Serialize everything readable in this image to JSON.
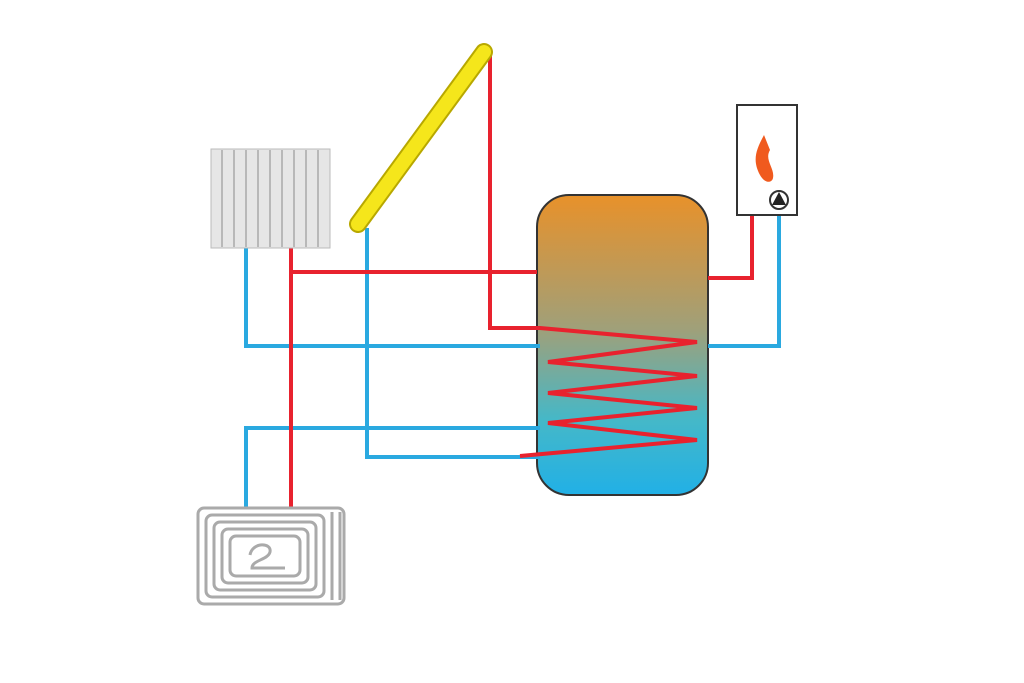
{
  "diagram": {
    "components": [
      "solar-collector",
      "radiator",
      "storage-tank",
      "heat-exchanger-coil",
      "boiler",
      "circulation-pump",
      "underfloor-heating"
    ],
    "colors": {
      "hot_pipe": "#E8222E",
      "cold_pipe": "#2AA9E0",
      "collector": "#F5E61B",
      "tank_top": "#E8912A",
      "tank_bottom": "#21B0E6",
      "flame": "#F05A1E",
      "radiator": "#CFCFCF"
    }
  }
}
